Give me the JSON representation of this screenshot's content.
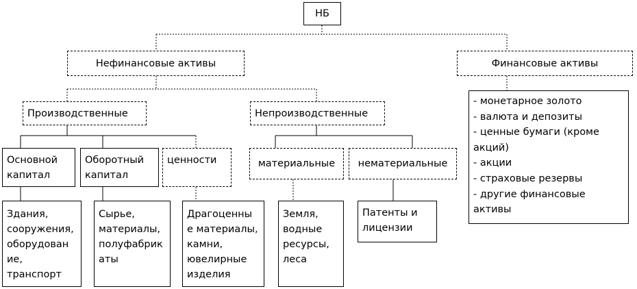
{
  "root": "НБ",
  "nonfinancial": "Нефинансовые активы",
  "financial": "Финансовые активы",
  "financial_items": [
    "- монетарное золото",
    "- валюта и депозиты",
    "- ценные бумаги (кроме",
    "акций)",
    "- акции",
    "- страховые резервы",
    "- другие финансовые",
    "активы"
  ],
  "produced": "Производственные",
  "nonproduced": "Непроизводственные",
  "fixed_capital": [
    "Основной",
    "капитал"
  ],
  "working_capital": [
    "Оборотный",
    "капитал"
  ],
  "valuables": "ценности",
  "tangible": "материальные",
  "intangible": "нематериальные",
  "buildings": [
    "Здания,",
    "сооружения,",
    "оборудован",
    "ие,",
    "транспорт"
  ],
  "materials": [
    "Сырье,",
    "материалы,",
    "полуфабрик",
    "аты"
  ],
  "precious": [
    "Драгоценны",
    "е материалы,",
    "камни,",
    "ювелирные",
    "изделия"
  ],
  "land": [
    "Земля,",
    "водные",
    "ресурсы,",
    "леса"
  ],
  "patents": [
    "Патенты и",
    "лицензии"
  ]
}
